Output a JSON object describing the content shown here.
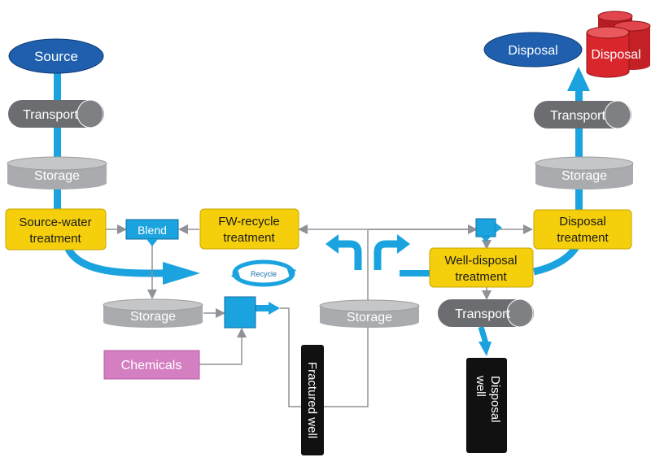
{
  "diagram": {
    "nodes": {
      "source": "Source",
      "transport_left": "Transport",
      "storage_left": "Storage",
      "source_water_treatment_line1": "Source-water",
      "source_water_treatment_line2": "treatment",
      "blend": "Blend",
      "fw_recycle_line1": "FW-recycle",
      "fw_recycle_line2": "treatment",
      "recycle_badge": "Recycle",
      "storage_mid": "Storage",
      "chemicals": "Chemicals",
      "fractured_well": "Fractured well",
      "storage_center": "Storage",
      "well_disposal_line1": "Well-disposal",
      "well_disposal_line2": "treatment",
      "transport_center": "Transport",
      "disposal_well_line1": "Disposal",
      "disposal_well_line2": "well",
      "disposal_treatment_line1": "Disposal",
      "disposal_treatment_line2": "treatment",
      "storage_right": "Storage",
      "transport_right": "Transport",
      "disposal_oval": "Disposal",
      "disposal_drums": "Disposal"
    },
    "colors": {
      "blue_oval": "#1f5fad",
      "gray_cylinder": "#a9abae",
      "dark_cylinder": "#6b6d70",
      "treatment_yellow": "#f5cf0c",
      "flow_blue": "#1aa3de",
      "chemicals_pink": "#d47fc2",
      "well_black": "#111111",
      "drum_red": "#d9262c",
      "line_gray": "#8f9296"
    },
    "icons": [
      "recycle-icon",
      "split-arrow-icon",
      "barrel-icon"
    ]
  }
}
